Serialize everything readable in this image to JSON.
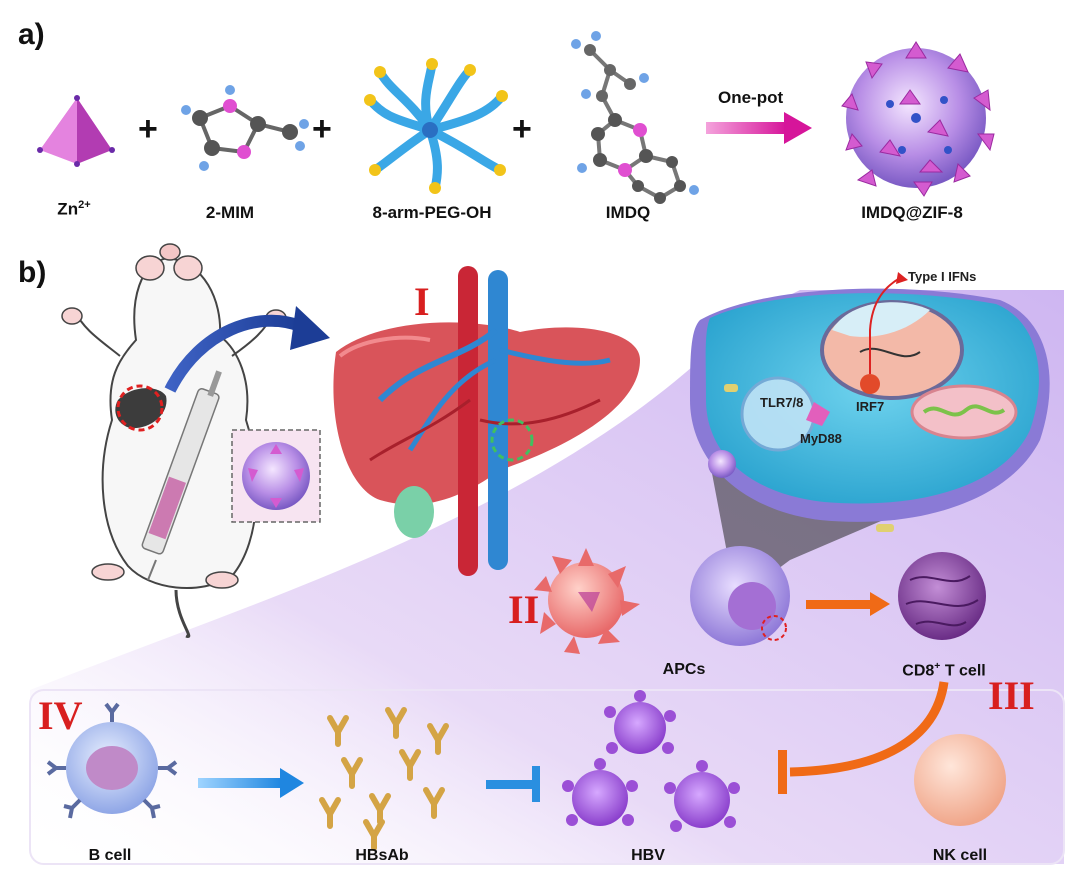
{
  "panel_a": {
    "label": "a)",
    "reagents": [
      {
        "name": "Zn",
        "sup": "2+"
      },
      {
        "name": "2-MIM",
        "sup": ""
      },
      {
        "name": "8-arm-PEG-OH",
        "sup": ""
      },
      {
        "name": "IMDQ",
        "sup": ""
      }
    ],
    "plus": "+",
    "arrow_label": "One-pot",
    "product": "IMDQ@ZIF-8"
  },
  "panel_b": {
    "label": "b)",
    "steps": {
      "I": "I",
      "II": "II",
      "III": "III",
      "IV": "IV"
    },
    "cell_labels": {
      "type_i_ifns": "Type I IFNs",
      "tlr": "TLR7/8",
      "irf7": "IRF7",
      "myd88": "MyD88"
    },
    "labels": {
      "apcs": "APCs",
      "cd8_pre": "CD8",
      "cd8_sup": "+",
      "cd8_post": " T cell",
      "nk_cell": "NK cell",
      "b_cell": "B cell",
      "hbsab": "HBsAb",
      "hbv": "HBV"
    }
  },
  "colors": {
    "zif_pink": "#d45bd0",
    "arrow_magenta": "#d6159a",
    "arrow_blue": "#2a8fe0",
    "arrow_orange": "#f06a16",
    "roman_red": "#d81f1f",
    "liver_red": "#d9545a",
    "hbv_purple": "#9b4fd6",
    "antibody_gold": "#d4a445"
  }
}
